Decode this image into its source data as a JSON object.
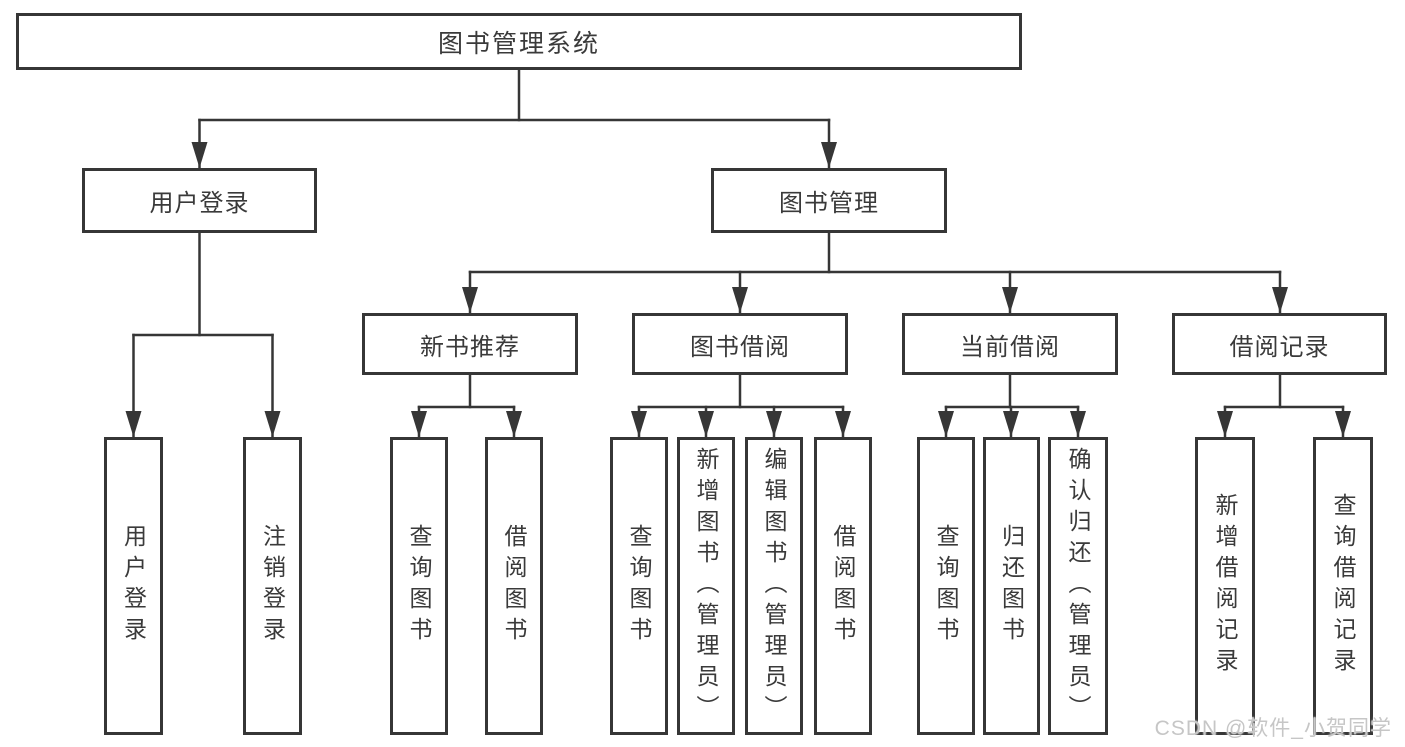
{
  "colors": {
    "background": "#ffffff",
    "line": "#363636",
    "border": "#363636",
    "text": "#3a3a3a",
    "watermark": "#c6c6c6"
  },
  "nodes": {
    "root": "图书管理系统",
    "user_login": "用户登录",
    "book_management": "图书管理",
    "new_book_recommend": "新书推荐",
    "book_borrowing": "图书借阅",
    "current_borrowing": "当前借阅",
    "borrow_records": "借阅记录",
    "login_user_login": "用户登录",
    "login_logout": "注销登录",
    "recommend_query_books": "查询图书",
    "recommend_borrow_books": "借阅图书",
    "borrowing_query_books": "查询图书",
    "borrowing_add_books": "新增图书（管理员）",
    "borrowing_edit_books": "编辑图书（管理员）",
    "borrowing_borrow_books": "借阅图书",
    "current_query_books": "查询图书",
    "current_return_books": "归还图书",
    "current_confirm_return": "确认归还（管理员）",
    "records_add_record": "新增借阅记录",
    "records_query_record": "查询借阅记录"
  },
  "watermark": {
    "text": "CSDN @软件_小贺同学"
  }
}
